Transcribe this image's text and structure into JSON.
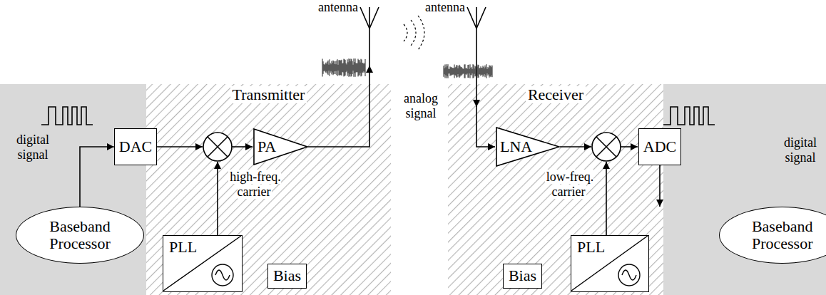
{
  "diagram": {
    "nodes": [
      {
        "text": [
          "Transmitter"
        ]
      },
      {
        "text": [
          "DAC"
        ]
      },
      {
        "text": [
          "PA"
        ],
        "in": 0
      },
      {
        "text": [
          "PLL"
        ],
        "in": 0
      },
      {
        "text": [
          "Bias"
        ],
        "in": 0
      },
      {
        "text": [
          "Baseband Processor"
        ]
      },
      {
        "text": [
          "Receiver"
        ]
      },
      {
        "text": [
          "LNA"
        ],
        "in": 6
      },
      {
        "text": [
          "PLL"
        ],
        "in": 6
      },
      {
        "text": [
          "Bias"
        ],
        "in": 6
      },
      {
        "text": [
          "ADC"
        ]
      },
      {
        "text": [
          "Baseband Processor"
        ]
      }
    ],
    "edges": [
      {
        "from": 5,
        "to": 1,
        "arrow": "to"
      },
      {
        "from": 10,
        "to": 11,
        "arrow": "to"
      }
    ],
    "labels": [
      "antenna",
      "antenna",
      "analog signal",
      "digital signal",
      "high-freq. carrier",
      "low-freq. carrier",
      "digital signal"
    ]
  }
}
